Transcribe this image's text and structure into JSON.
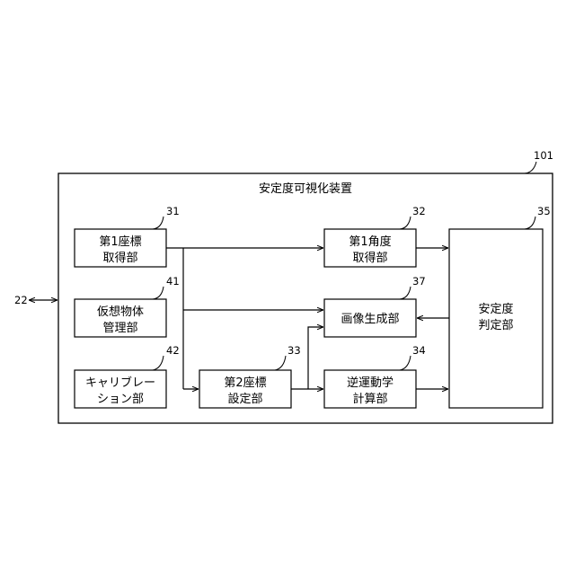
{
  "device": {
    "ref": "101",
    "title": "安定度可視化装置"
  },
  "external": {
    "ref": "22"
  },
  "blocks": {
    "coord1": {
      "ref": "31",
      "lines": [
        "第1座標",
        "取得部"
      ]
    },
    "virtual": {
      "ref": "41",
      "lines": [
        "仮想物体",
        "管理部"
      ]
    },
    "calib": {
      "ref": "42",
      "lines": [
        "キャリブレー",
        "ション部"
      ]
    },
    "coord2": {
      "ref": "33",
      "lines": [
        "第2座標",
        "設定部"
      ]
    },
    "angle1": {
      "ref": "32",
      "lines": [
        "第1角度",
        "取得部"
      ]
    },
    "image": {
      "ref": "37",
      "lines": [
        "画像生成部"
      ]
    },
    "ik": {
      "ref": "34",
      "lines": [
        "逆運動学",
        "計算部"
      ]
    },
    "stability": {
      "ref": "35",
      "lines": [
        "安定度",
        "判定部"
      ]
    }
  }
}
